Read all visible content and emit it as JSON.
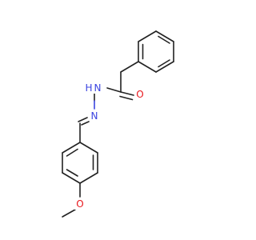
{
  "molecule": {
    "atom_labels": {
      "carbonyl_oxygen": "O",
      "methoxy_oxygen": "O",
      "amide_nitrogen": "N",
      "amide_hydrogen": "H",
      "imine_nitrogen": "N"
    },
    "colors": {
      "bond": "#222222",
      "oxygen": "#e8171c",
      "nitrogen": "#3b44e0",
      "background": "#ffffff"
    }
  }
}
